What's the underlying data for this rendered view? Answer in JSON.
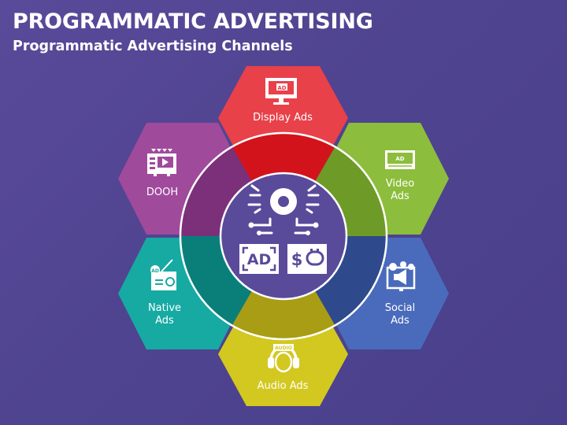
{
  "header": {
    "title": "PROGRAMMATIC ADVERTISING",
    "subtitle": "Programmatic Advertising Channels"
  },
  "center": {
    "ad_text": "AD",
    "money_text": "$",
    "icon": "brain-circuit-icon"
  },
  "channels": [
    {
      "key": "display",
      "line1": "Display Ads",
      "line2": "",
      "color": "#e8414a",
      "ring_color": "#d3131c",
      "icon": "display-ad-monitor-icon",
      "icon_text": "AD"
    },
    {
      "key": "video",
      "line1": "Video",
      "line2": "Ads",
      "color": "#8dbd3c",
      "ring_color": "#6e9a28",
      "icon": "video-player-icon",
      "icon_text": "AD"
    },
    {
      "key": "social",
      "line1": "Social",
      "line2": "Ads",
      "color": "#4a6bbb",
      "ring_color": "#2e4a8c",
      "icon": "social-megaphone-icon",
      "icon_text": ""
    },
    {
      "key": "audio",
      "line1": "Audio Ads",
      "line2": "",
      "color": "#d2c820",
      "ring_color": "#a89d15",
      "icon": "headphones-icon",
      "icon_text": "AUDIO"
    },
    {
      "key": "native",
      "line1": "Native",
      "line2": "Ads",
      "color": "#16aaa3",
      "ring_color": "#0a7f7a",
      "icon": "radio-icon",
      "icon_text": "AD"
    },
    {
      "key": "dooh",
      "line1": "DOOH",
      "line2": "",
      "color": "#a04a9c",
      "ring_color": "#7b3079",
      "icon": "digital-billboard-icon",
      "icon_text": ""
    }
  ]
}
